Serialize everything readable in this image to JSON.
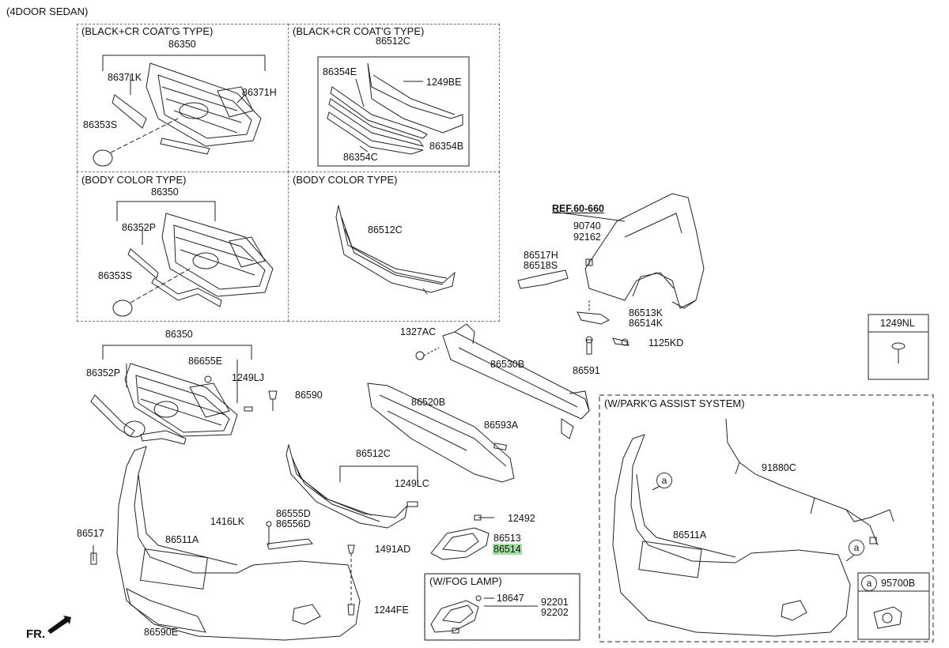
{
  "title": "(4DOOR SEDAN)",
  "sections": {
    "grille_bcr": "(BLACK+CR COAT'G TYPE)",
    "lower_bcr": "(BLACK+CR COAT'G TYPE)",
    "grille_body": "(BODY COLOR TYPE)",
    "lower_body": "(BODY COLOR TYPE)",
    "park_assist": "(W/PARK'G ASSIST SYSTEM)",
    "fog_lamp": "(W/FOG LAMP)"
  },
  "parts": {
    "p86350_a": "86350",
    "p86371K": "86371K",
    "p86371H": "86371H",
    "p86353S_a": "86353S",
    "p86512C_a": "86512C",
    "p86354E": "86354E",
    "p1249BE": "1249BE",
    "p86354B": "86354B",
    "p86354C": "86354C",
    "p86350_b": "86350",
    "p86352P_a": "86352P",
    "p86353S_b": "86353S",
    "p86512C_b": "86512C",
    "ref": "REF.60-660",
    "p90740": "90740",
    "p92162": "92162",
    "p86517H": "86517H",
    "p86518S": "86518S",
    "p86513K": "86513K",
    "p86514K": "86514K",
    "p1125KD": "1125KD",
    "p86591": "86591",
    "p1249NL": "1249NL",
    "p1327AC": "1327AC",
    "p86530B": "86530B",
    "p86350_c": "86350",
    "p86655E": "86655E",
    "p86352P_b": "86352P",
    "p1249LJ": "1249LJ",
    "p86590": "86590",
    "p86520B": "86520B",
    "p86593A": "86593A",
    "p86512C_c": "86512C",
    "p1249LC": "1249LC",
    "p12492": "12492",
    "p86513": "86513",
    "p86514": "86514",
    "p86517": "86517",
    "p1416LK": "1416LK",
    "p86555D": "86555D",
    "p86556D": "86556D",
    "p86511A_a": "86511A",
    "p1491AD": "1491AD",
    "p1244FE": "1244FE",
    "p86590E": "86590E",
    "p18647": "18647",
    "p92201": "92201",
    "p92202": "92202",
    "p91880C": "91880C",
    "p86511A_b": "86511A",
    "p95700B": "95700B",
    "ref_a": "a",
    "fr": "FR."
  }
}
